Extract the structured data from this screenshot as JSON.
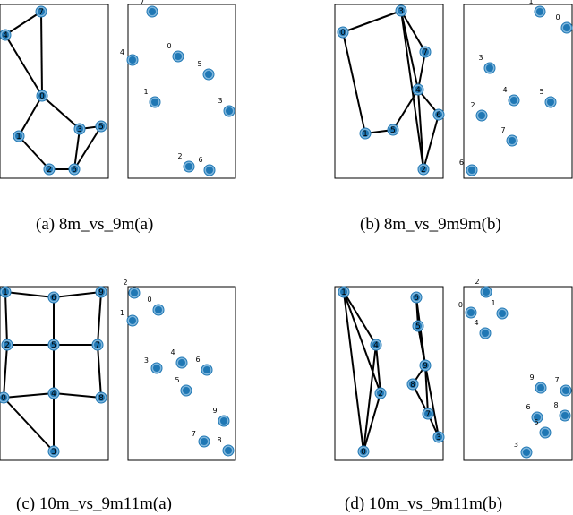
{
  "style": {
    "node_fill": "#1f77b4",
    "node_ring": "#7fb6dc",
    "edge_color": "#000000",
    "frame_color": "#000000"
  },
  "panels": [
    {
      "id": "a",
      "caption": "(a)  8m_vs_9m(a)",
      "graph": {
        "nodes": [
          {
            "label": "7"
          },
          {
            "label": "4"
          },
          {
            "label": "0"
          },
          {
            "label": "1"
          },
          {
            "label": "3"
          },
          {
            "label": "5"
          },
          {
            "label": "2"
          },
          {
            "label": "6"
          }
        ],
        "edges": [
          [
            "7",
            "4"
          ],
          [
            "7",
            "0"
          ],
          [
            "4",
            "0"
          ],
          [
            "0",
            "1"
          ],
          [
            "0",
            "3"
          ],
          [
            "1",
            "2"
          ],
          [
            "2",
            "6"
          ],
          [
            "6",
            "3"
          ],
          [
            "3",
            "5"
          ],
          [
            "5",
            "6"
          ]
        ]
      },
      "scatter": {
        "points": [
          {
            "label": "7"
          },
          {
            "label": "4"
          },
          {
            "label": "0"
          },
          {
            "label": "5"
          },
          {
            "label": "1"
          },
          {
            "label": "3"
          },
          {
            "label": "2"
          },
          {
            "label": "6"
          }
        ]
      }
    },
    {
      "id": "b",
      "caption": "(b)  8m_vs_9m9m(b)",
      "graph": {
        "nodes": [
          {
            "label": "3"
          },
          {
            "label": "0"
          },
          {
            "label": "7"
          },
          {
            "label": "4"
          },
          {
            "label": "6"
          },
          {
            "label": "1"
          },
          {
            "label": "5"
          },
          {
            "label": "2"
          }
        ],
        "edges": [
          [
            "3",
            "0"
          ],
          [
            "3",
            "7"
          ],
          [
            "3",
            "4"
          ],
          [
            "3",
            "2"
          ],
          [
            "0",
            "1"
          ],
          [
            "1",
            "5"
          ],
          [
            "5",
            "4"
          ],
          [
            "4",
            "7"
          ],
          [
            "4",
            "6"
          ],
          [
            "4",
            "2"
          ],
          [
            "6",
            "2"
          ]
        ]
      },
      "scatter": {
        "points": [
          {
            "label": "1"
          },
          {
            "label": "0"
          },
          {
            "label": "3"
          },
          {
            "label": "4"
          },
          {
            "label": "5"
          },
          {
            "label": "2"
          },
          {
            "label": "7"
          },
          {
            "label": "6"
          }
        ]
      }
    },
    {
      "id": "c",
      "caption": "(c)  10m_vs_9m11m(a)",
      "graph": {
        "nodes": [
          {
            "label": "1"
          },
          {
            "label": "6"
          },
          {
            "label": "9"
          },
          {
            "label": "2"
          },
          {
            "label": "5"
          },
          {
            "label": "7"
          },
          {
            "label": "0"
          },
          {
            "label": "4"
          },
          {
            "label": "8"
          },
          {
            "label": "3"
          }
        ],
        "edges": [
          [
            "1",
            "6"
          ],
          [
            "6",
            "9"
          ],
          [
            "1",
            "2"
          ],
          [
            "6",
            "5"
          ],
          [
            "9",
            "7"
          ],
          [
            "2",
            "5"
          ],
          [
            "5",
            "7"
          ],
          [
            "2",
            "0"
          ],
          [
            "5",
            "4"
          ],
          [
            "7",
            "8"
          ],
          [
            "0",
            "4"
          ],
          [
            "4",
            "8"
          ],
          [
            "0",
            "3"
          ],
          [
            "4",
            "3"
          ]
        ]
      },
      "scatter": {
        "points": [
          {
            "label": "2"
          },
          {
            "label": "0"
          },
          {
            "label": "1"
          },
          {
            "label": "4"
          },
          {
            "label": "3"
          },
          {
            "label": "6"
          },
          {
            "label": "5"
          },
          {
            "label": "9"
          },
          {
            "label": "7"
          },
          {
            "label": "8"
          }
        ]
      }
    },
    {
      "id": "d",
      "caption": "(d)  10m_vs_9m11m(b)",
      "graph": {
        "nodes": [
          {
            "label": "1"
          },
          {
            "label": "6"
          },
          {
            "label": "5"
          },
          {
            "label": "4"
          },
          {
            "label": "2"
          },
          {
            "label": "9"
          },
          {
            "label": "8"
          },
          {
            "label": "7"
          },
          {
            "label": "0"
          },
          {
            "label": "3"
          }
        ],
        "edges": [
          [
            "1",
            "4"
          ],
          [
            "1",
            "2"
          ],
          [
            "1",
            "0"
          ],
          [
            "4",
            "2"
          ],
          [
            "4",
            "0"
          ],
          [
            "2",
            "0"
          ],
          [
            "6",
            "5"
          ],
          [
            "6",
            "9"
          ],
          [
            "5",
            "9"
          ],
          [
            "5",
            "3"
          ],
          [
            "9",
            "8"
          ],
          [
            "9",
            "7"
          ],
          [
            "8",
            "7"
          ],
          [
            "7",
            "3"
          ]
        ]
      },
      "scatter": {
        "points": [
          {
            "label": "2"
          },
          {
            "label": "0"
          },
          {
            "label": "1"
          },
          {
            "label": "4"
          },
          {
            "label": "9"
          },
          {
            "label": "7"
          },
          {
            "label": "6"
          },
          {
            "label": "8"
          },
          {
            "label": "5"
          },
          {
            "label": "3"
          }
        ]
      }
    }
  ]
}
